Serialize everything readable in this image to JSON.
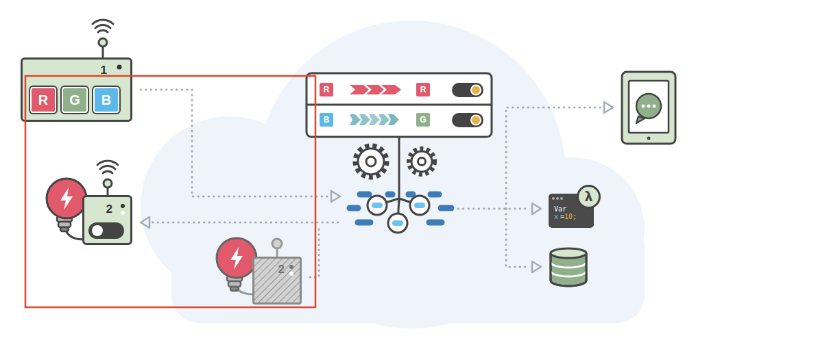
{
  "diagram": {
    "nodes": [
      {
        "text": [
          "1"
        ]
      },
      {
        "text": [
          "R"
        ],
        "in": 0
      },
      {
        "text": [
          "G"
        ],
        "in": 0
      },
      {
        "text": [
          "B"
        ],
        "in": 0
      },
      {
        "text": [
          "R"
        ]
      },
      {
        "text": [
          "R"
        ]
      },
      {
        "text": [
          "B"
        ]
      },
      {
        "text": [
          "G"
        ]
      },
      {
        "text": [
          "2"
        ]
      },
      {
        "text": [
          "2"
        ]
      },
      {
        "text": [
          "Var",
          "x",
          "=",
          "10;"
        ]
      },
      {
        "text": [
          "λ"
        ]
      }
    ]
  }
}
